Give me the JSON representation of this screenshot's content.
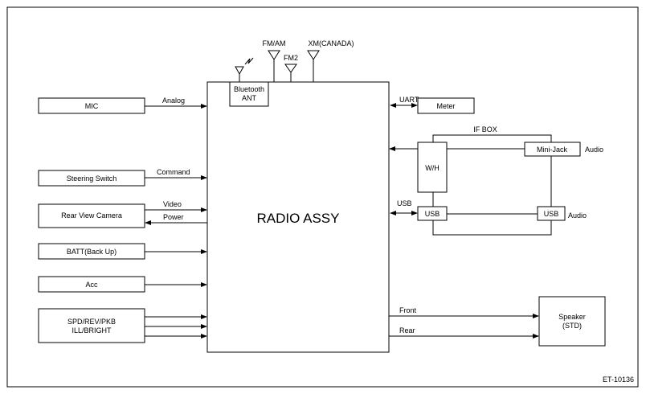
{
  "diagram": {
    "radio": "RADIO ASSY",
    "bt_line1": "Bluetooth",
    "bt_line2": "ANT",
    "antennas": {
      "fmam": "FM/AM",
      "fm2": "FM2",
      "xm": "XM(CANADA)"
    },
    "inputs": {
      "mic": "MIC",
      "steering": "Steering Switch",
      "camera": "Rear View Camera",
      "batt": "BATT(Back Up)",
      "acc": "Acc",
      "spd_line1": "SPD/REV/PKB",
      "spd_line2": "ILL/BRIGHT"
    },
    "signals": {
      "analog": "Analog",
      "command": "Command",
      "video": "Video",
      "power": "Power",
      "uart": "UART",
      "usb": "USB",
      "front": "Front",
      "rear": "Rear",
      "audio_top": "Audio",
      "audio_bottom": "Audio"
    },
    "ifbox": {
      "title": "IF BOX",
      "wh": "W/H",
      "minijack": "Mini-Jack",
      "usb_left": "USB",
      "usb_right": "USB"
    },
    "meter": "Meter",
    "speaker_line1": "Speaker",
    "speaker_line2": "(STD)",
    "figure_id": "ET-10136"
  }
}
